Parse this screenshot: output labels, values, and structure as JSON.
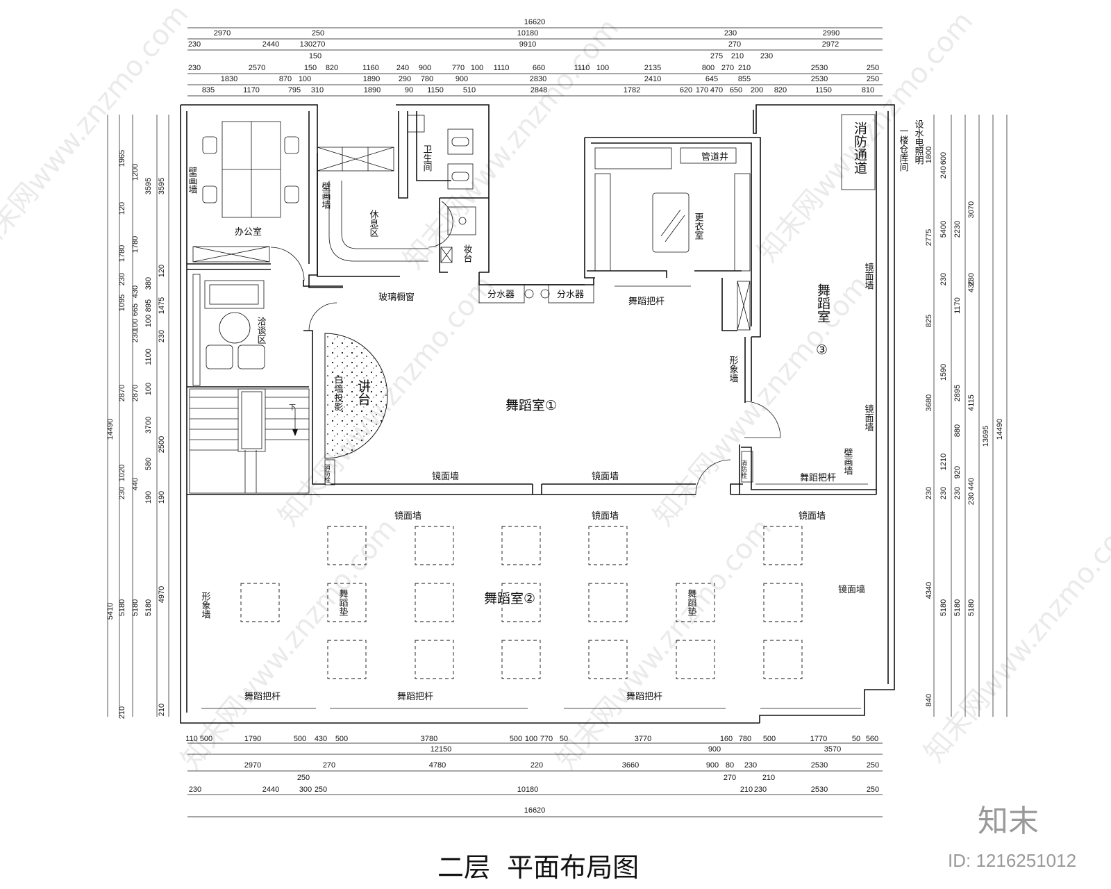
{
  "title": "二层  平面布局图",
  "logo": "知末",
  "image_id": "ID: 1216251012",
  "watermark": "知末网www.znzmo.com",
  "rooms": {
    "office": "办公室",
    "mural_wall_1": "壁画墙",
    "mural_wall_2": "壁画墙",
    "mural_wall_3": "壁画墙",
    "lounge": "休息区",
    "restroom": "卫生间",
    "makeup": "妆台",
    "locker": "更衣室",
    "pipe_shaft": "管道井",
    "fire_exit": "消防通道",
    "storage_1f": "一楼仓库间",
    "equipment_note": "设水电照明",
    "dance3": "舞蹈室",
    "dance3_num": "③",
    "negotiation": "洽谈区",
    "whiteboard": "白墙投影",
    "stage": "讲台",
    "dance1": "舞蹈室①",
    "dance2": "舞蹈室②",
    "mat": "舞蹈垫",
    "image_wall": "形象墙",
    "mirror_wall": "镜面墙",
    "barre": "舞蹈把杆",
    "water_dist": "分水器",
    "glass_window": "玻璃橱窗",
    "hydrant": "消防栓",
    "stair_down": "下"
  },
  "dimensions": {
    "top_total": "16620",
    "top_r2": [
      "2970",
      "250",
      "10180",
      "230",
      "2990"
    ],
    "top_r3": [
      "230",
      "2440",
      "130270",
      "9910",
      "270",
      "2972"
    ],
    "top_r3b": [
      "150",
      "275",
      "210",
      "230"
    ],
    "top_r4": [
      "230",
      "2570",
      "150",
      "820",
      "1160",
      "240",
      "900",
      "770",
      "100",
      "1110",
      "660",
      "1110",
      "100",
      "2135",
      "800",
      "270",
      "210",
      "2530",
      "250"
    ],
    "top_r5": [
      "1830",
      "870",
      "100",
      "1890",
      "290",
      "780",
      "900",
      "2830",
      "2410",
      "645",
      "855",
      "2530",
      "250"
    ],
    "top_r6": [
      "835",
      "1170",
      "795",
      "310",
      "1890",
      "90",
      "1150",
      "510",
      "2848",
      "1782",
      "620",
      "170",
      "470",
      "650",
      "200",
      "820",
      "1150",
      "810"
    ],
    "bot_r1": [
      "110",
      "500",
      "1790",
      "500",
      "430",
      "500",
      "3780",
      "500",
      "100",
      "770",
      "50",
      "3770",
      "160",
      "780",
      "500",
      "1770",
      "50",
      "560"
    ],
    "bot_r2": [
      "12150",
      "900",
      "3570"
    ],
    "bot_r3": [
      "2970",
      "270",
      "4780",
      "220",
      "3660",
      "900",
      "80",
      "230",
      "2530",
      "250"
    ],
    "bot_r3b": [
      "250",
      "270",
      "210"
    ],
    "bot_r4": [
      "230",
      "2440",
      "300",
      "250",
      "10180",
      "210",
      "230",
      "2530",
      "250"
    ],
    "bot_total": "16620",
    "left_c1": [
      "14490",
      "5410"
    ],
    "left_c2": [
      "1965",
      "120",
      "1780",
      "230",
      "1095",
      "2870",
      "1020",
      "230",
      "5180",
      "210"
    ],
    "left_c3": [
      "1200",
      "1780",
      "430",
      "665",
      "100",
      "230",
      "2870",
      "440",
      "5180"
    ],
    "left_c4": [
      "3595",
      "380",
      "895",
      "100",
      "1100",
      "100",
      "3700",
      "580",
      "190",
      "5180"
    ],
    "left_c5": [
      "3595",
      "120",
      "1475",
      "230",
      "2500",
      "190",
      "4970",
      "210"
    ],
    "right_c1": [
      "1800",
      "2775",
      "825",
      "3680",
      "230",
      "4340",
      "840"
    ],
    "right_c2": [
      "240",
      "600",
      "5400",
      "230",
      "1590",
      "1210",
      "230",
      "5180"
    ],
    "right_c3": [
      "2230",
      "1170",
      "2895",
      "880",
      "920",
      "230",
      "5180"
    ],
    "right_c4": [
      "3070",
      "430",
      "230",
      "4115",
      "440",
      "230",
      "5180"
    ],
    "right_c5": [
      "13695"
    ],
    "right_c6": [
      "14490"
    ]
  }
}
